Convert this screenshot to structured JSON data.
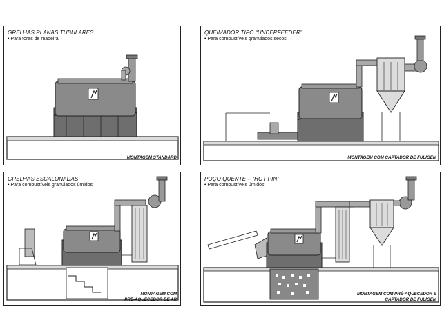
{
  "panels": [
    {
      "title": "GRELHAS PLANAS TUBULARES",
      "subtitle": "Para toras de madeira",
      "caption": [
        "MONTAGEM STANDARD"
      ]
    },
    {
      "title": "QUEIMADOR TIPO “UNDERFEEDER”",
      "subtitle": "Para combustíveis granulados secos",
      "caption": [
        "MONTAGEM COM CAPTADOR DE FULIGEM"
      ]
    },
    {
      "title": "GRELHAS ESCALONADAS",
      "subtitle": "Para combustíveis granulados úmidos",
      "caption": [
        "MONTAGEM COM",
        "PRÉ-AQUECEDOR DE AR"
      ]
    },
    {
      "title": "POÇO QUENTE – “HOT PIN”",
      "subtitle": "Para combustíveis úmidos",
      "caption": [
        "MONTAGEM COM PRÉ-AQUECEDOR E",
        "CAPTADOR DE FULIGEM"
      ]
    }
  ],
  "colors": {
    "boiler_fill": "#8a8a8a",
    "furnace_fill": "#6e6e6e",
    "outline": "#222222"
  }
}
